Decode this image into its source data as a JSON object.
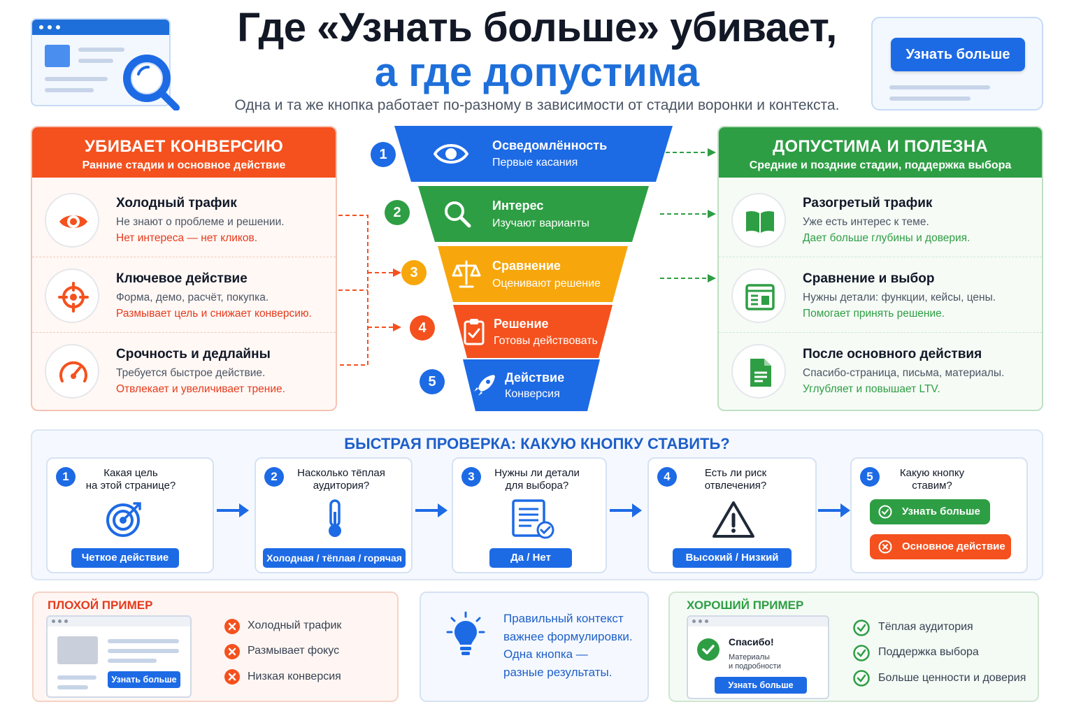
{
  "header": {
    "title_line1": "Где «Узнать больше» убивает,",
    "title_line2": "а где допустима",
    "subtitle": "Одна и та же кнопка работает по-разному в зависимости от стадии воронки и контекста.",
    "cta_label": "Узнать больше"
  },
  "kills": {
    "heading": "УБИВАЕТ КОНВЕРСИЮ",
    "subheading": "Ранние стадии и основное действие",
    "color": "#f4511e",
    "items": [
      {
        "title": "Холодный трафик",
        "desc": "Не знают о проблеме и решении.",
        "note": "Нет интереса — нет кликов.",
        "icon": "eye-icon"
      },
      {
        "title": "Ключевое действие",
        "desc": "Форма, демо, расчёт, покупка.",
        "note": "Размывает цель и снижает конверсию.",
        "icon": "target-icon"
      },
      {
        "title": "Срочность и дедлайны",
        "desc": "Требуется быстрое действие.",
        "note": "Отвлекает и увеличивает трение.",
        "icon": "speedometer-icon"
      }
    ]
  },
  "allowed": {
    "heading": "ДОПУСТИМА И ПОЛЕЗНА",
    "subheading": "Средние и поздние стадии, поддержка выбора",
    "color": "#2e9e44",
    "items": [
      {
        "title": "Разогретый трафик",
        "desc": "Уже есть интерес к теме.",
        "note": "Дает больше глубины и доверия.",
        "icon": "book-icon"
      },
      {
        "title": "Сравнение и выбор",
        "desc": "Нужны детали: функции, кейсы, цены.",
        "note": "Помогает принять решение.",
        "icon": "compare-sheet-icon"
      },
      {
        "title": "После основного действия",
        "desc": "Спасибо-страница, письма, материалы.",
        "note": "Углубляет и повышает LTV.",
        "icon": "document-icon"
      }
    ]
  },
  "funnel": [
    {
      "num": "1",
      "title": "Осведомлённость",
      "sub": "Первые касания",
      "color": "#1d6ae5",
      "icon": "eye-icon"
    },
    {
      "num": "2",
      "title": "Интерес",
      "sub": "Изучают варианты",
      "color": "#2e9e44",
      "icon": "magnifier-icon"
    },
    {
      "num": "3",
      "title": "Сравнение",
      "sub": "Оценивают решение",
      "color": "#f7a70c",
      "icon": "scales-icon"
    },
    {
      "num": "4",
      "title": "Решение",
      "sub": "Готовы действовать",
      "color": "#f4511e",
      "icon": "clipboard-check-icon"
    },
    {
      "num": "5",
      "title": "Действие",
      "sub": "Конверсия",
      "color": "#1d6ae5",
      "icon": "rocket-icon"
    }
  ],
  "check": {
    "title": "БЫСТРАЯ ПРОВЕРКА: КАКУЮ КНОПКУ СТАВИТЬ?",
    "steps": [
      {
        "num": "1",
        "q1": "Какая цель",
        "q2": "на этой странице?",
        "answer": "Четкое действие",
        "icon": "target-arrow-icon"
      },
      {
        "num": "2",
        "q1": "Насколько тёплая",
        "q2": "аудитория?",
        "answer": "Холодная / тёплая / горячая",
        "icon": "thermometer-icon"
      },
      {
        "num": "3",
        "q1": "Нужны ли детали",
        "q2": "для выбора?",
        "answer": "Да / Нет",
        "icon": "checklist-icon"
      },
      {
        "num": "4",
        "q1": "Есть ли риск",
        "q2": "отвлечения?",
        "answer": "Высокий / Низкий",
        "icon": "warning-icon"
      },
      {
        "num": "5",
        "q1": "Какую кнопку",
        "q2": "ставим?",
        "good": "Узнать больше",
        "bad": "Основное действие"
      }
    ]
  },
  "bad_example": {
    "title": "ПЛОХОЙ ПРИМЕР",
    "button": "Узнать больше",
    "items": [
      "Холодный трафик",
      "Размывает фокус",
      "Низкая конверсия"
    ]
  },
  "tip": {
    "lines": [
      "Правильный контекст",
      "важнее формулировки.",
      "Одна кнопка —",
      "разные результаты."
    ]
  },
  "good_example": {
    "title": "ХОРОШИЙ ПРИМЕР",
    "thanks": "Спасибо!",
    "caption1": "Материалы",
    "caption2": "и подробности",
    "button": "Узнать больше",
    "items": [
      "Тёплая аудитория",
      "Поддержка выбора",
      "Больше ценности и доверия"
    ]
  }
}
